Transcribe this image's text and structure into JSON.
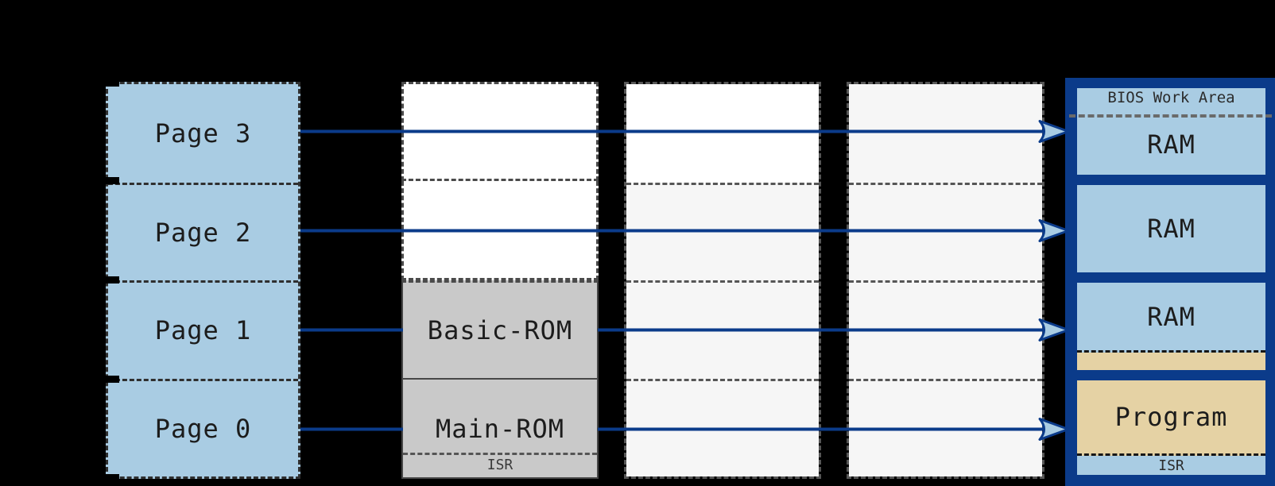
{
  "background": "#000000",
  "colors": {
    "page_box_fill": "#a9cce3",
    "rom_box_fill": "#c9c9c9",
    "empty_slot_fill": "#ffffff",
    "shaded_slot_fill": "#f6f6f6",
    "memory_frame": "#0b3b8a",
    "ram_fill": "#a9cce3",
    "program_fill": "#e5d2a4",
    "arrow_color": "#0b3b8a",
    "arrowhead_fill": "#a9cce3"
  },
  "cpu_pages": {
    "items": [
      {
        "label": "Page 3"
      },
      {
        "label": "Page 2"
      },
      {
        "label": "Page 1"
      },
      {
        "label": "Page 0"
      }
    ]
  },
  "rom_slot": {
    "boxes": [
      {
        "label": ""
      },
      {
        "label": ""
      },
      {
        "label": "Basic-ROM"
      },
      {
        "label": "Main-ROM",
        "footer_label": "ISR"
      }
    ]
  },
  "memory_slot": {
    "boxes": [
      {
        "header_label": "BIOS Work Area",
        "label": "RAM"
      },
      {
        "label": "RAM"
      },
      {
        "label": "RAM"
      },
      {
        "label": "Program",
        "footer_label": "ISR"
      }
    ]
  }
}
